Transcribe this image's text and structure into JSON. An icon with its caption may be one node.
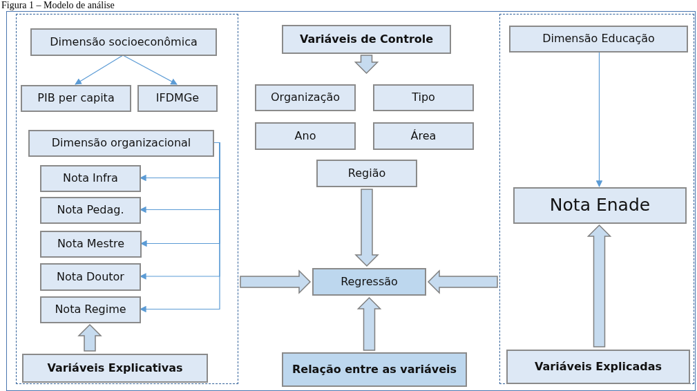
{
  "diagram": {
    "title": "Figura 1 – Modelo de análise",
    "nodes": [
      {
        "text": [],
        "shape": "box"
      },
      {
        "text": [
          "Dimensão socioeconômica"
        ],
        "in": 0
      },
      {
        "text": [
          "PIB per capita"
        ],
        "in": 0
      },
      {
        "text": [
          "IFDMGe"
        ],
        "in": 0
      },
      {
        "text": [
          "Dimensão organizacional"
        ],
        "in": 0
      },
      {
        "text": [
          "Nota Infra"
        ],
        "in": 0
      },
      {
        "text": [
          "Nota Pedag."
        ],
        "in": 0
      },
      {
        "text": [
          "Nota Mestre"
        ],
        "in": 0
      },
      {
        "text": [
          "Nota Doutor"
        ],
        "in": 0
      },
      {
        "text": [
          "Nota Regime"
        ],
        "in": 0
      },
      {
        "text": [
          "Variáveis Explicativas"
        ],
        "in": 0
      },
      {
        "text": [
          "Variáveis de Controle"
        ]
      },
      {
        "text": [
          "Organização"
        ]
      },
      {
        "text": [
          "Tipo"
        ]
      },
      {
        "text": [
          "Ano"
        ]
      },
      {
        "text": [
          "Área"
        ]
      },
      {
        "text": [
          "Região"
        ]
      },
      {
        "text": [
          "Regressão"
        ]
      },
      {
        "text": [
          "Relação entre as variáveis"
        ]
      },
      {
        "text": [],
        "shape": "box"
      },
      {
        "text": [
          "Dimensão Educação"
        ],
        "in": 19
      },
      {
        "text": [
          "Nota Enade"
        ],
        "in": 19
      },
      {
        "text": [
          "Variáveis Explicadas"
        ],
        "in": 19
      }
    ],
    "edges": [
      {
        "from": 1,
        "to": 2,
        "arrow": "to"
      },
      {
        "from": 1,
        "to": 3,
        "arrow": "to"
      },
      {
        "from": 4,
        "to": 5,
        "arrow": "to"
      },
      {
        "from": 4,
        "to": 6,
        "arrow": "to"
      },
      {
        "from": 4,
        "to": 7,
        "arrow": "to"
      },
      {
        "from": 4,
        "to": 8,
        "arrow": "to"
      },
      {
        "from": 4,
        "to": 9,
        "arrow": "to"
      },
      {
        "from": 10,
        "to": 9,
        "arrow": "to",
        "style": "thick"
      },
      {
        "from": 11,
        "to": null,
        "arrow": "to",
        "style": "thick"
      },
      {
        "from": 16,
        "to": 17,
        "arrow": "to",
        "style": "thick"
      },
      {
        "from": 0,
        "to": 17,
        "arrow": "to",
        "style": "thick"
      },
      {
        "from": 19,
        "to": 17,
        "arrow": "to",
        "style": "thick"
      },
      {
        "from": 18,
        "to": 17,
        "arrow": "to",
        "style": "thick"
      },
      {
        "from": 20,
        "to": 21,
        "arrow": "to"
      },
      {
        "from": 22,
        "to": 21,
        "arrow": "to",
        "style": "thick"
      }
    ]
  }
}
